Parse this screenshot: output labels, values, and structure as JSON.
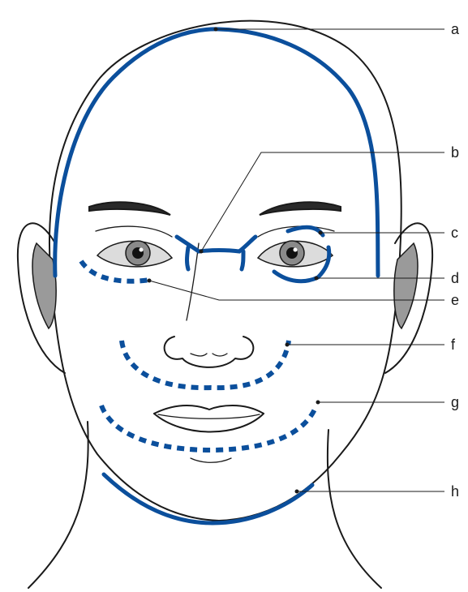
{
  "colors": {
    "accent": "#0b4f9c",
    "ink": "#1a1a1a"
  },
  "labels": [
    "a",
    "b",
    "c",
    "d",
    "e",
    "f",
    "g",
    "h"
  ]
}
